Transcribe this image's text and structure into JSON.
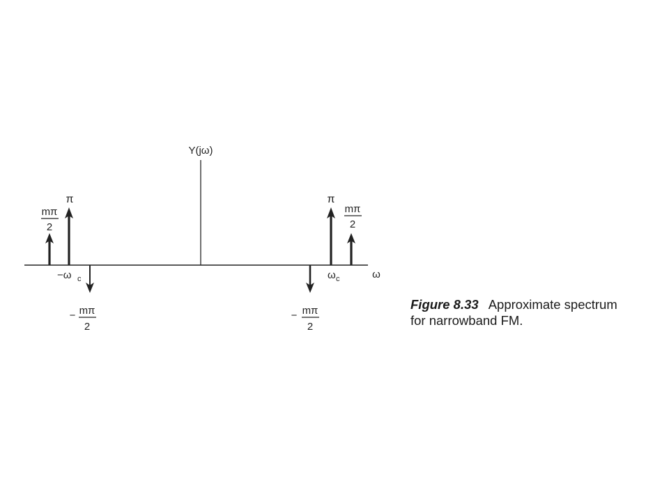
{
  "diagram": {
    "y_axis_label": "Y(jω)",
    "x_axis_label": "ω",
    "labels": {
      "pi_left": "π",
      "pi_right": "π",
      "m_pi_left_num": "mπ",
      "m_pi_left_den": "2",
      "m_pi_right_num": "mπ",
      "m_pi_right_den": "2",
      "neg_m_pi_left_sign": "−",
      "neg_m_pi_left_num": "mπ",
      "neg_m_pi_left_den": "2",
      "neg_m_pi_right_sign": "−",
      "neg_m_pi_right_num": "mπ",
      "neg_m_pi_right_den": "2",
      "neg_omega_c": "−ω",
      "neg_omega_c_sub": "c",
      "omega_c": "ω",
      "omega_c_sub": "c"
    }
  },
  "caption": {
    "figure_number": "Figure 8.33",
    "line1": "Approximate spectrum",
    "line2": "for narrowband FM."
  },
  "colors": {
    "ink": "#222222",
    "background": "#ffffff"
  }
}
